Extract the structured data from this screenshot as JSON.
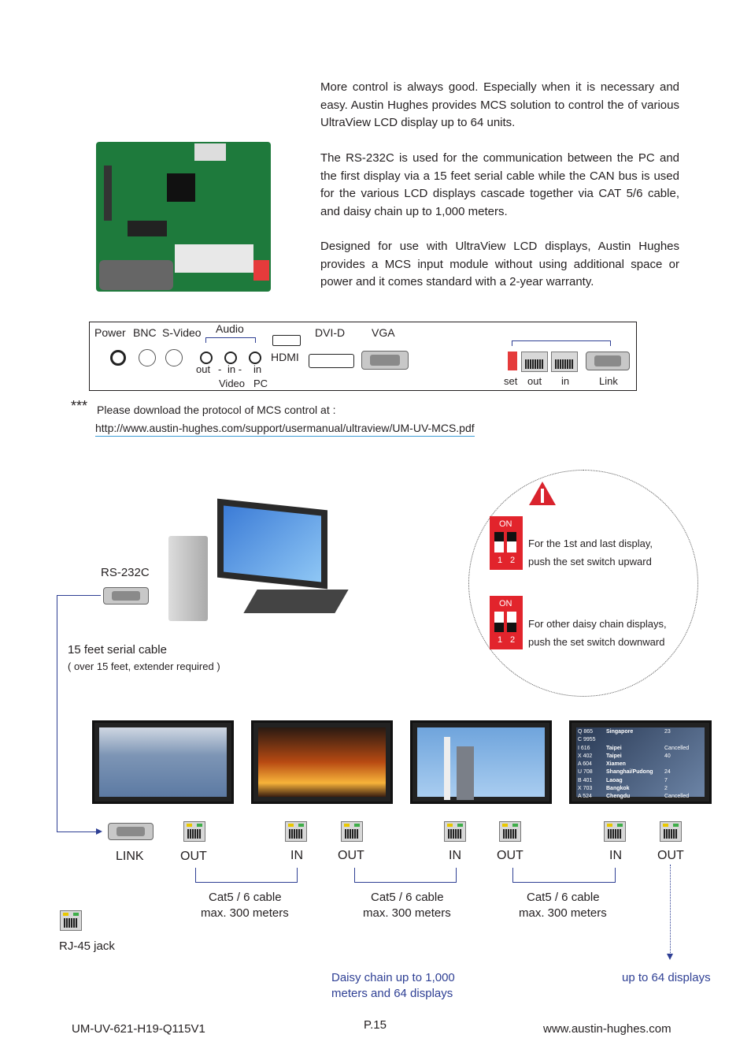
{
  "intro": {
    "p1": "More control is always good. Especially when it is necessary and easy. Austin Hughes provides MCS solution to control the          of various UltraView LCD display up to 64 units.",
    "p2": "The RS-232C is used for the communication between the PC and the first display via a 15 feet serial cable while the CAN bus is used for the various LCD displays cascade together via CAT 5/6 cable, and daisy chain up to 1,000 meters.",
    "p3": "Designed for use with UltraView LCD displays, Austin Hughes provides a MCS input module without using additional space or power and it comes standard with a 2-year warranty."
  },
  "panel": {
    "power": "Power",
    "bnc": "BNC",
    "svideo": "S-Video",
    "audio": "Audio",
    "hdmi": "HDMI",
    "dvid": "DVI-D",
    "vga": "VGA",
    "out": "out",
    "dash1": "-",
    "in1": "in -",
    "in2": "in",
    "video": "Video",
    "pc": "PC",
    "set": "set",
    "out2": "out",
    "in3": "in",
    "link": "Link"
  },
  "download": {
    "stars": "***",
    "text": "Please download the protocol of MCS control at :",
    "url": "http://www.austin-hughes.com/support/usermanual/ultraview/UM-UV-MCS.pdf"
  },
  "diagram": {
    "rs232": "RS-232C",
    "cable": "15 feet serial cable",
    "cable_note": "( over 15 feet, extender required )",
    "switch_on": "ON",
    "switch_1": "1",
    "switch_2": "2",
    "warn1": "For the 1st and last display, push the set switch upward",
    "warn1a": "For the 1st and last display,",
    "warn1b": "push the set switch upward",
    "warn2a": "For other daisy chain displays,",
    "warn2b": "push the set switch downward",
    "link": "LINK",
    "out": "OUT",
    "in": "IN",
    "cat_a": "Cat5 / 6 cable",
    "cat_b": "max. 300 meters",
    "rj45": "RJ-45 jack",
    "daisy_a": "Daisy chain up to 1,000",
    "daisy_b": "meters and 64 displays",
    "up64": "up to 64 displays"
  },
  "flight_board": {
    "rows": [
      {
        "code": "Q 865",
        "city": "Singapore",
        "gate": "23"
      },
      {
        "code": "C 9955",
        "city": "",
        "gate": ""
      },
      {
        "code": "I 616",
        "city": "Taipei",
        "gate": "Cancelled"
      },
      {
        "code": "X 402",
        "city": "Taipei",
        "gate": "40"
      },
      {
        "code": "A 604",
        "city": "Xiamen",
        "gate": ""
      },
      {
        "code": "U 708",
        "city": "Shanghai/Pudong",
        "gate": "24"
      },
      {
        "code": "B 401",
        "city": "Laoag",
        "gate": "7"
      },
      {
        "code": "X 703",
        "city": "Bangkok",
        "gate": "2"
      },
      {
        "code": "A 524",
        "city": "Chengdu",
        "gate": "Cancelled"
      }
    ]
  },
  "footer": {
    "doc": "UM-UV-621-H19-Q115V1",
    "page": "P.15",
    "site": "www.austin-hughes.com"
  }
}
